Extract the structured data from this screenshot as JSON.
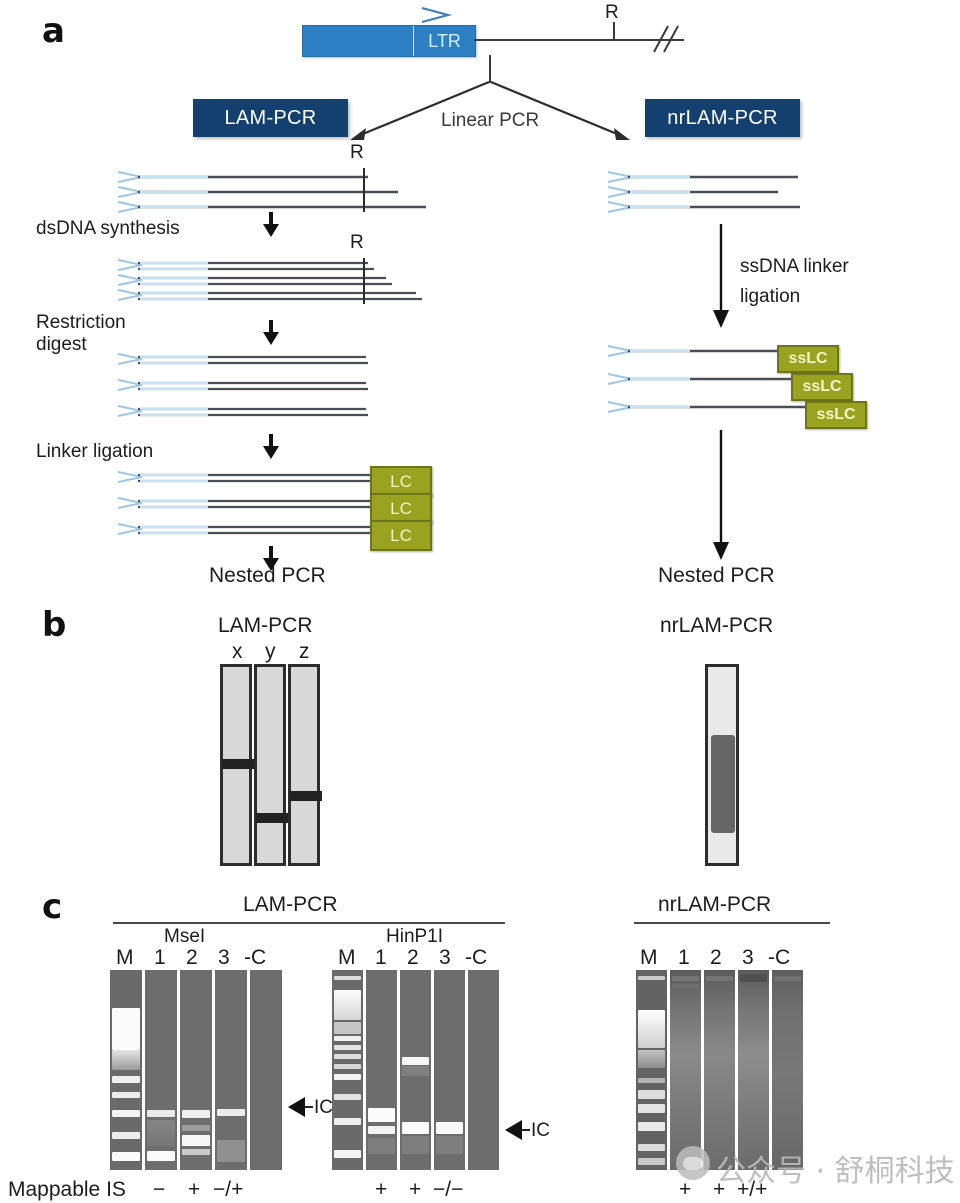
{
  "figure": {
    "panels": [
      "a",
      "b",
      "c"
    ]
  },
  "panel_a": {
    "letter": "a",
    "construct": {
      "ltr_label": "LTR",
      "restriction_site_label": "R",
      "primer_icon": "primer-arrow-icon"
    },
    "split_label": "Linear PCR",
    "left_method": "LAM-PCR",
    "right_method": "nrLAM-PCR",
    "left_steps": [
      "dsDNA synthesis",
      "Restriction\ndigest",
      "Linker ligation",
      "Nested PCR"
    ],
    "left_step_1": "dsDNA synthesis",
    "left_step_2a": "Restriction",
    "left_step_2b": "digest",
    "left_step_3": "Linker ligation",
    "left_step_4": "Nested PCR",
    "right_step_1a": "ssDNA linker",
    "right_step_1b": "ligation",
    "right_step_2": "Nested PCR",
    "restriction_marks": [
      "R",
      "R"
    ],
    "linker_cassettes": [
      "LC",
      "LC",
      "LC"
    ],
    "ss_linker_cassettes": [
      "ssLC",
      "ssLC",
      "ssLC"
    ]
  },
  "panel_b": {
    "letter": "b",
    "left_title": "LAM-PCR",
    "left_lane_labels": [
      "x",
      "y",
      "z"
    ],
    "right_title": "nrLAM-PCR",
    "left_bands": [
      {
        "lane": "x",
        "position_pct": 47
      },
      {
        "lane": "y",
        "position_pct": 70
      },
      {
        "lane": "z",
        "position_pct": 63
      }
    ],
    "right_smear": {
      "top_pct": 36,
      "height_pct": 48
    }
  },
  "panel_c": {
    "letter": "c",
    "left_group_title": "LAM-PCR",
    "right_group_title": "nrLAM-PCR",
    "gel1": {
      "enzyme": "MseI",
      "lane_labels": [
        "M",
        "1",
        "2",
        "3",
        "-C"
      ],
      "marker_label": "IC"
    },
    "gel2": {
      "enzyme": "HinP1I",
      "lane_labels": [
        "M",
        "1",
        "2",
        "3",
        "-C"
      ],
      "marker_label": "IC"
    },
    "gel3": {
      "lane_labels": [
        "M",
        "1",
        "2",
        "3",
        "-C"
      ]
    },
    "footer_label": "Mappable IS",
    "mappable_is_gel1": [
      "−",
      "+",
      "−/+"
    ],
    "mappable_is_gel2": [
      "+",
      "+",
      "−/−"
    ],
    "mappable_is_gel3": [
      "+",
      "+",
      "+/+"
    ]
  },
  "watermark": {
    "text": "公众号 · 舒桐科技",
    "icon": "wechat-icon"
  },
  "colors": {
    "method_box": "#13406e",
    "ltr_bar": "#2e80c4",
    "linker": "#9aa320",
    "gel_bg": "#6d6d6d",
    "schematic_gel": "#d8d8d8"
  }
}
